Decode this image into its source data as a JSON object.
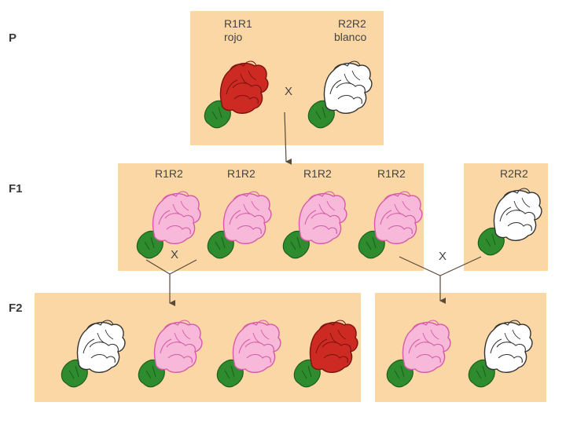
{
  "generations": {
    "p": "P",
    "f1": "F1",
    "f2": "F2"
  },
  "parents": {
    "red": {
      "genotype": "R1R1",
      "phenotype": "rojo"
    },
    "white": {
      "genotype": "R2R2",
      "phenotype": "blanco"
    }
  },
  "f1_genotypes": [
    "R1R2",
    "R1R2",
    "R1R2",
    "R1R2"
  ],
  "backcross_genotype": "R2R2",
  "cross_symbol": "X",
  "colors": {
    "panel": "#fbd7a6",
    "red": "#cc2a22",
    "pink": "#f7b8da",
    "white": "#ffffff",
    "stem": "#2e8b2e"
  }
}
